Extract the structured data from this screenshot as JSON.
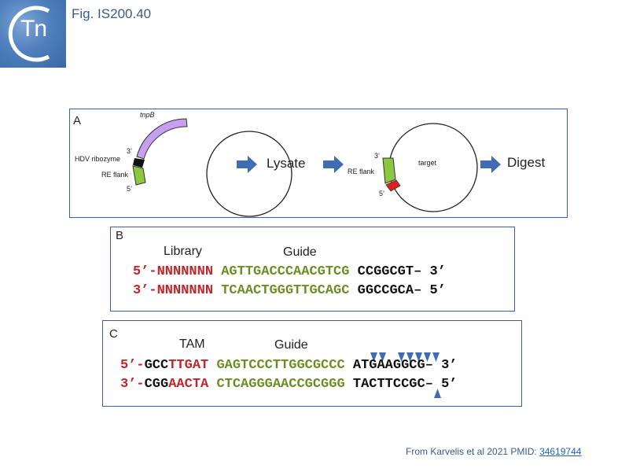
{
  "header": {
    "logo_text": "Tn",
    "fig_label": "Fig. IS200.40"
  },
  "panel_a": {
    "letter": "A",
    "tnpb": "tnpB",
    "three_prime": "3’",
    "five_prime": "5’",
    "hdv": "HDV ribozyme",
    "re_flank": "RE flank",
    "lysate": "Lysate",
    "three_prime_b": "3’",
    "five_prime_b": "5’",
    "re_flank_b": "RE flank",
    "target": "target",
    "digest": "Digest"
  },
  "panel_b": {
    "letter": "B",
    "library_label": "Library",
    "guide_label": "Guide",
    "top_strand": {
      "p5": "5’-NNNNNNN",
      "guide": "AGTTGACCCAACGTCG",
      "tail": "CCGGCGT– 3’"
    },
    "bottom_strand": {
      "p5": "3’-NNNNNNN",
      "guide": "TCAACTGGGTTGCAGC",
      "tail": "GGCCGCA– 5’"
    }
  },
  "panel_c": {
    "letter": "C",
    "tam_label": "TAM",
    "guide_label": "Guide",
    "top_strand": {
      "prefix": "5’-",
      "gcc": "GCC",
      "tam": "TTGAT",
      "guide": "GAGTCCCTTGGCGCCC",
      "tail": "ATGAAGGCG– 3’"
    },
    "bottom_strand": {
      "prefix": "3’-",
      "gcc": "CGG",
      "tam": "AACTA",
      "guide": "CTCAGGGAACCGCGGG",
      "tail": "TACTTCCGC– 5’"
    }
  },
  "credit": {
    "text": "From Karvelis et al 2021 PMID: ",
    "pmid": "34619744"
  },
  "colors": {
    "border": "#3d5f9a",
    "arrow": "#3f6cb3",
    "tnpb": "#c89ef0",
    "re_flank": "#8dc63f",
    "hdv": "#111111",
    "target_red": "#e02020",
    "seq_red": "#c0262c",
    "seq_green": "#6b8e23"
  }
}
